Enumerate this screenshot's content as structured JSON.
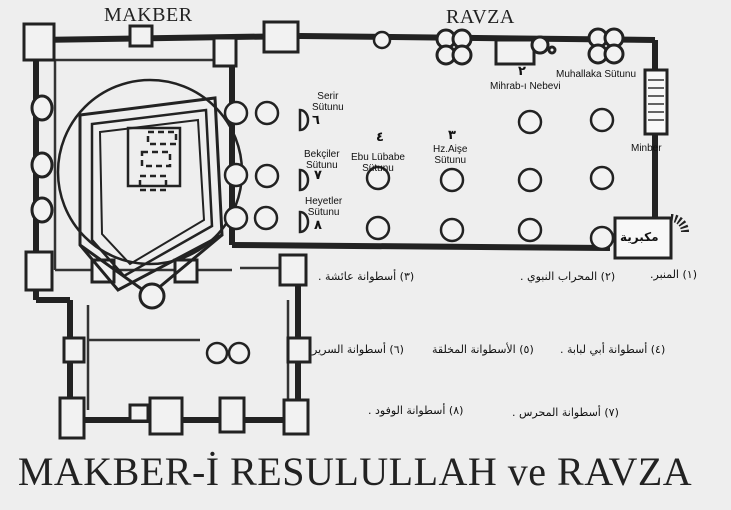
{
  "headers": {
    "left": "MAKBER",
    "right": "RAVZA"
  },
  "title": "MAKBER-İ RESULULLAH ve RAVZA",
  "labels": {
    "serir": "Serir\nSütunu",
    "bekciler": "Bekçiler\nSütunu",
    "heyetler": "Heyetler\nSütunu",
    "ebu_lubabe": "Ebu Lübabe\nSütunu",
    "hz_aise": "Hz.Aişe\nSütunu",
    "mihrab": "Mihrab-ı Nebevi",
    "muhallaka": "Muhallaka Sütunu",
    "minber": "Minber",
    "mukabbariye": "مكبرية"
  },
  "numerals": {
    "n2": "٢",
    "n3": "٣",
    "n4": "٤",
    "n6": "٦",
    "n7": "٧",
    "n8": "٨"
  },
  "legend": {
    "l1": "(١) المنبر.",
    "l2": "(٢) المحراب النبوي .",
    "l3": "(٣) أسطوانة عائشة .",
    "l4": "(٤) أسطوانة أبي لبابة .",
    "l5": "(٥) الأسطوانة المخلقة",
    "l6": "(٦) أسطوانة السرير",
    "l7": "(٧) أسطوانة المحرس .",
    "l8": "(٨) أسطوانة الوفود ."
  }
}
